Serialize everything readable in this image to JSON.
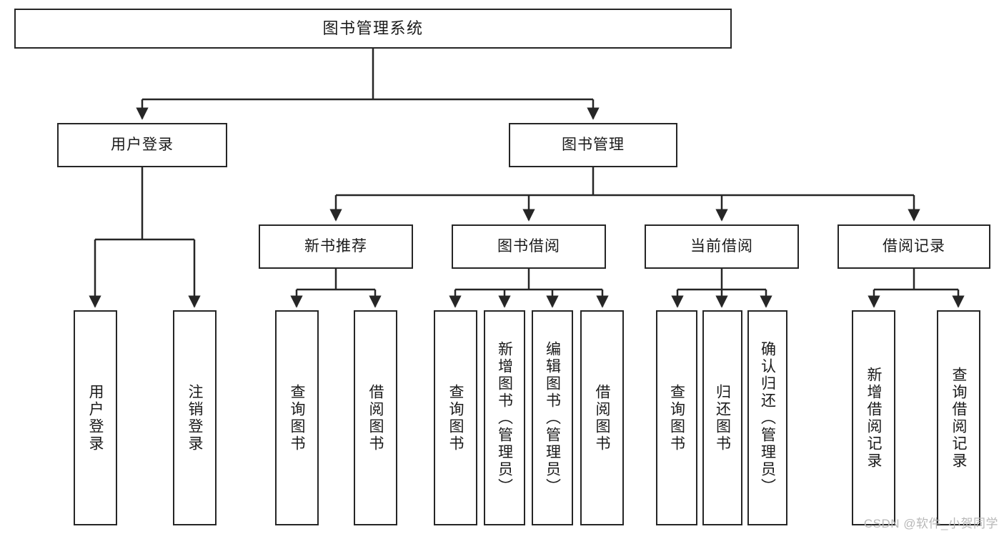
{
  "diagram": {
    "title": "图书管理系统",
    "type": "tree-hierarchy-chart",
    "colors": {
      "stroke": "#262626",
      "fill": "#ffffff",
      "text": "#1a1a1a",
      "watermark": "#b8b8b8"
    },
    "root": {
      "label": "图书管理系统"
    },
    "level2": [
      {
        "label": "用户登录"
      },
      {
        "label": "图书管理"
      }
    ],
    "level3": [
      {
        "label": "新书推荐"
      },
      {
        "label": "图书借阅"
      },
      {
        "label": "当前借阅"
      },
      {
        "label": "借阅记录"
      }
    ],
    "leaves": {
      "user_login": [
        {
          "label": "用户登录"
        },
        {
          "label": "注销登录"
        }
      ],
      "new_book_recommend": [
        {
          "label": "查询图书"
        },
        {
          "label": "借阅图书"
        }
      ],
      "book_borrow": [
        {
          "label": "查询图书"
        },
        {
          "label": "新增图书（管理员）"
        },
        {
          "label": "编辑图书（管理员）"
        },
        {
          "label": "借阅图书"
        }
      ],
      "current_borrow": [
        {
          "label": "查询图书"
        },
        {
          "label": "归还图书"
        },
        {
          "label": "确认归还（管理员）"
        }
      ],
      "borrow_record": [
        {
          "label": "新增借阅记录"
        },
        {
          "label": "查询借阅记录"
        }
      ]
    }
  },
  "watermark": {
    "text": "CSDN @软件_小贺同学"
  }
}
